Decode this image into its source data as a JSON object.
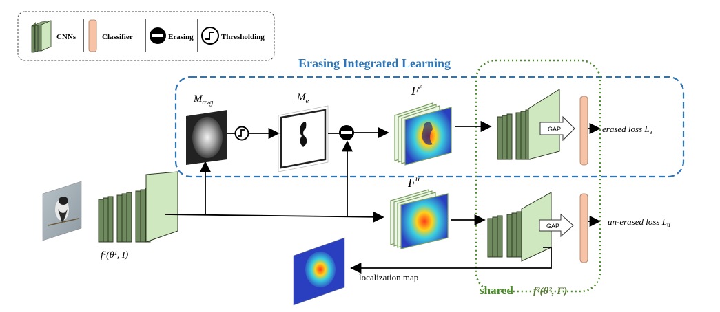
{
  "legend": {
    "cnns": "CNNs",
    "classifier": "Classifier",
    "erasing": "Erasing",
    "thresholding": "Thresholding"
  },
  "eil_title": "Erasing Integrated Learning",
  "labels": {
    "m_avg_main": "M",
    "m_avg_sub": "avg",
    "m_e_main": "M",
    "m_e_sub": "e",
    "f_e_main": "F",
    "f_e_sup": "e",
    "f_u_main": "F",
    "f_u_sup": "u",
    "f1_label": "f¹(θ¹, I)",
    "gap_top": "GAP",
    "gap_bottom": "GAP",
    "erased_loss": "erased loss L",
    "erased_loss_sub": "e",
    "unerased_loss": "un-erased loss L",
    "unerased_loss_sub": "u",
    "localization_map": "localization map",
    "shared": "shared",
    "shared_fn": "f²(θ², F)"
  },
  "colors": {
    "cnn_dark": "#6f8a5e",
    "cnn_light": "#cfe8c0",
    "classifier": "#f6c3a7",
    "eil_border": "#2e75b6",
    "shared_border": "#4a8a2a",
    "arrow": "#000000",
    "eil_title": "#2e75b6",
    "shared_text": "#4a8a2a"
  }
}
